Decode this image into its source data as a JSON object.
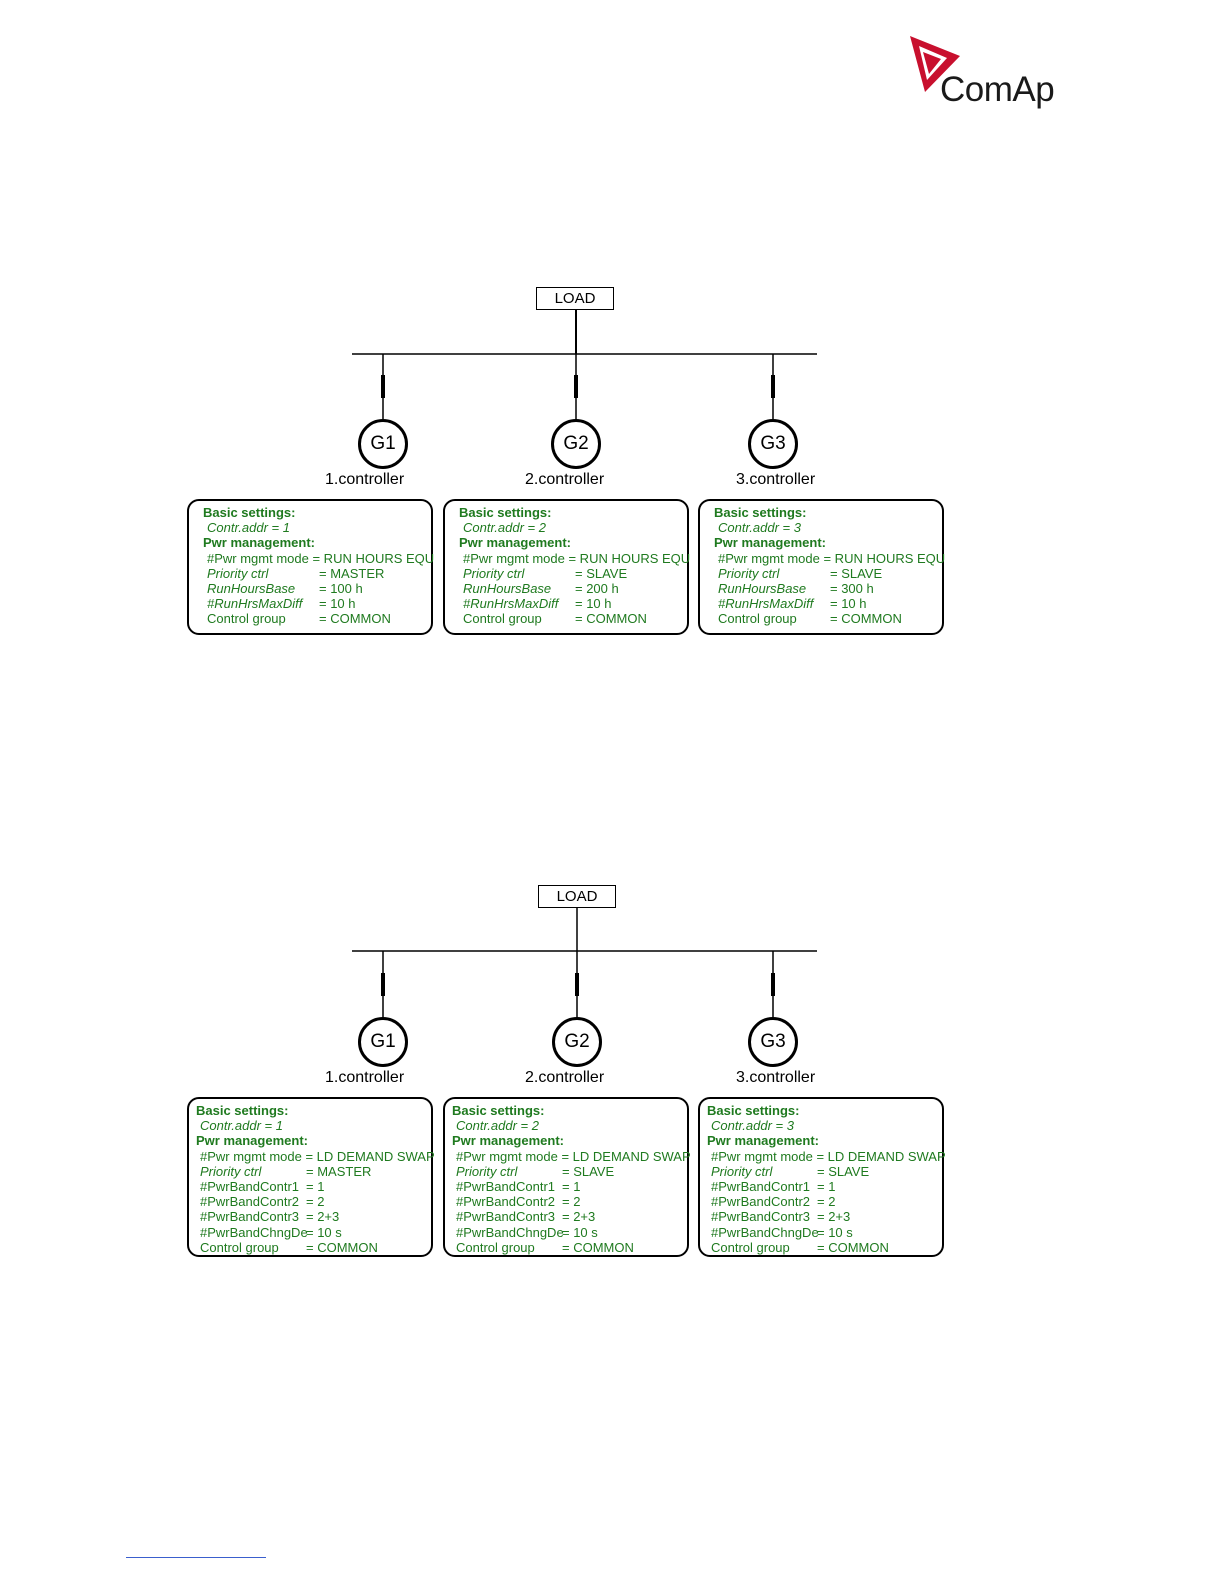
{
  "logo": {
    "brand": "ComAp",
    "brand_color": "#c8102e"
  },
  "diagrams": [
    {
      "load_label": "LOAD",
      "generators": [
        "G1",
        "G2",
        "G3"
      ],
      "controllers": [
        "1.controller",
        "2.controller",
        "3.controller"
      ],
      "panels": [
        {
          "basic_header": "Basic settings:",
          "contr_addr": "Contr.addr = 1",
          "pwr_header": "Pwr management:",
          "rows": [
            {
              "k": "#Pwr mgmt mode = RUN HOURS EQU",
              "v": ""
            },
            {
              "k": "Priority ctrl",
              "v": "= MASTER",
              "italic": true
            },
            {
              "k": "RunHoursBase",
              "v": "=     100 h",
              "italic": true
            },
            {
              "k": "#RunHrsMaxDiff",
              "v": "=      10 h",
              "italic": true
            },
            {
              "k": "Control group",
              "v": "= COMMON"
            }
          ]
        },
        {
          "basic_header": "Basic settings:",
          "contr_addr": "Contr.addr = 2",
          "pwr_header": "Pwr management:",
          "rows": [
            {
              "k": "#Pwr mgmt mode = RUN HOURS EQU",
              "v": ""
            },
            {
              "k": "Priority ctrl",
              "v": "= SLAVE",
              "italic": true
            },
            {
              "k": "RunHoursBase",
              "v": "=     200 h",
              "italic": true
            },
            {
              "k": "#RunHrsMaxDiff",
              "v": "=      10 h",
              "italic": true
            },
            {
              "k": "Control group",
              "v": "= COMMON"
            }
          ]
        },
        {
          "basic_header": "Basic settings:",
          "contr_addr": "Contr.addr = 3",
          "pwr_header": "Pwr management:",
          "rows": [
            {
              "k": "#Pwr mgmt mode = RUN HOURS EQU",
              "v": ""
            },
            {
              "k": "Priority ctrl",
              "v": "= SLAVE",
              "italic": true
            },
            {
              "k": "RunHoursBase",
              "v": "=     300 h",
              "italic": true
            },
            {
              "k": "#RunHrsMaxDiff",
              "v": "=      10 h",
              "italic": true
            },
            {
              "k": "Control group",
              "v": "= COMMON"
            }
          ]
        }
      ]
    },
    {
      "load_label": "LOAD",
      "generators": [
        "G1",
        "G2",
        "G3"
      ],
      "controllers": [
        "1.controller",
        "2.controller",
        "3.controller"
      ],
      "panels": [
        {
          "basic_header": "Basic settings:",
          "contr_addr": "Contr.addr = 1",
          "pwr_header": "Pwr management:",
          "rows": [
            {
              "k": "#Pwr mgmt mode = LD DEMAND SWAP",
              "v": ""
            },
            {
              "k": "Priority ctrl",
              "v": "= MASTER",
              "italic": true
            },
            {
              "k": "#PwrBandContr1",
              "v": "= 1"
            },
            {
              "k": "#PwrBandContr2",
              "v": "= 2"
            },
            {
              "k": "#PwrBandContr3",
              "v": "= 2+3"
            },
            {
              "k": "#PwrBandChngDe",
              "v": "= 10 s"
            },
            {
              "k": "Control group",
              "v": "= COMMON"
            }
          ]
        },
        {
          "basic_header": "Basic settings:",
          "contr_addr": "Contr.addr = 2",
          "pwr_header": "Pwr management:",
          "rows": [
            {
              "k": "#Pwr mgmt mode = LD DEMAND SWAP",
              "v": ""
            },
            {
              "k": "Priority ctrl",
              "v": "= SLAVE",
              "italic": true
            },
            {
              "k": "#PwrBandContr1",
              "v": "= 1"
            },
            {
              "k": "#PwrBandContr2",
              "v": "= 2"
            },
            {
              "k": "#PwrBandContr3",
              "v": "= 2+3"
            },
            {
              "k": "#PwrBandChngDe",
              "v": "= 10 s"
            },
            {
              "k": "Control group",
              "v": "= COMMON"
            }
          ]
        },
        {
          "basic_header": "Basic settings:",
          "contr_addr": "Contr.addr = 3",
          "pwr_header": "Pwr management:",
          "rows": [
            {
              "k": "#Pwr mgmt mode = LD DEMAND SWAP",
              "v": ""
            },
            {
              "k": "Priority ctrl",
              "v": "= SLAVE",
              "italic": true
            },
            {
              "k": "#PwrBandContr1",
              "v": "= 1"
            },
            {
              "k": "#PwrBandContr2",
              "v": "= 2"
            },
            {
              "k": "#PwrBandContr3",
              "v": "= 2+3"
            },
            {
              "k": "#PwrBandChngDe",
              "v": "= 10 s"
            },
            {
              "k": "Control group",
              "v": "= COMMON"
            }
          ]
        }
      ]
    }
  ]
}
